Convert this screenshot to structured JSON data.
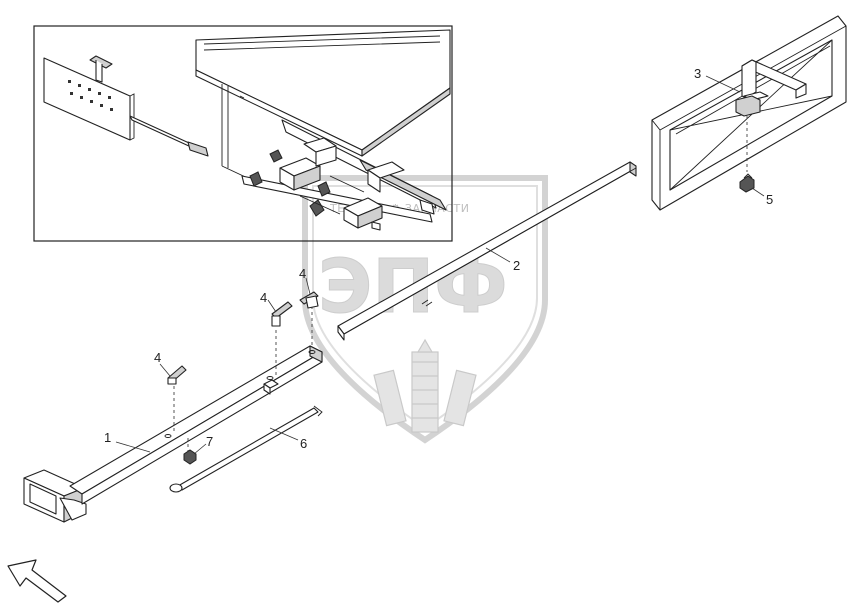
{
  "watermark": {
    "brand_text": "ТЕХНИКА ⚙ ЗАПЧАСТИ",
    "logo_letters": "ЭПФ"
  },
  "callouts": [
    {
      "id": "callout-1",
      "text": "1"
    },
    {
      "id": "callout-2",
      "text": "2"
    },
    {
      "id": "callout-3",
      "text": "3"
    },
    {
      "id": "callout-4a",
      "text": "4"
    },
    {
      "id": "callout-4b",
      "text": "4"
    },
    {
      "id": "callout-4c",
      "text": "4"
    },
    {
      "id": "callout-5",
      "text": "5"
    },
    {
      "id": "callout-6",
      "text": "6"
    },
    {
      "id": "callout-7",
      "text": "7"
    }
  ],
  "colors": {
    "line": "#222222",
    "watermark": "#d0d0d0",
    "background": "#ffffff"
  },
  "icons": [
    "direction-arrow-icon",
    "wheat-logo-icon",
    "gear-icon"
  ]
}
